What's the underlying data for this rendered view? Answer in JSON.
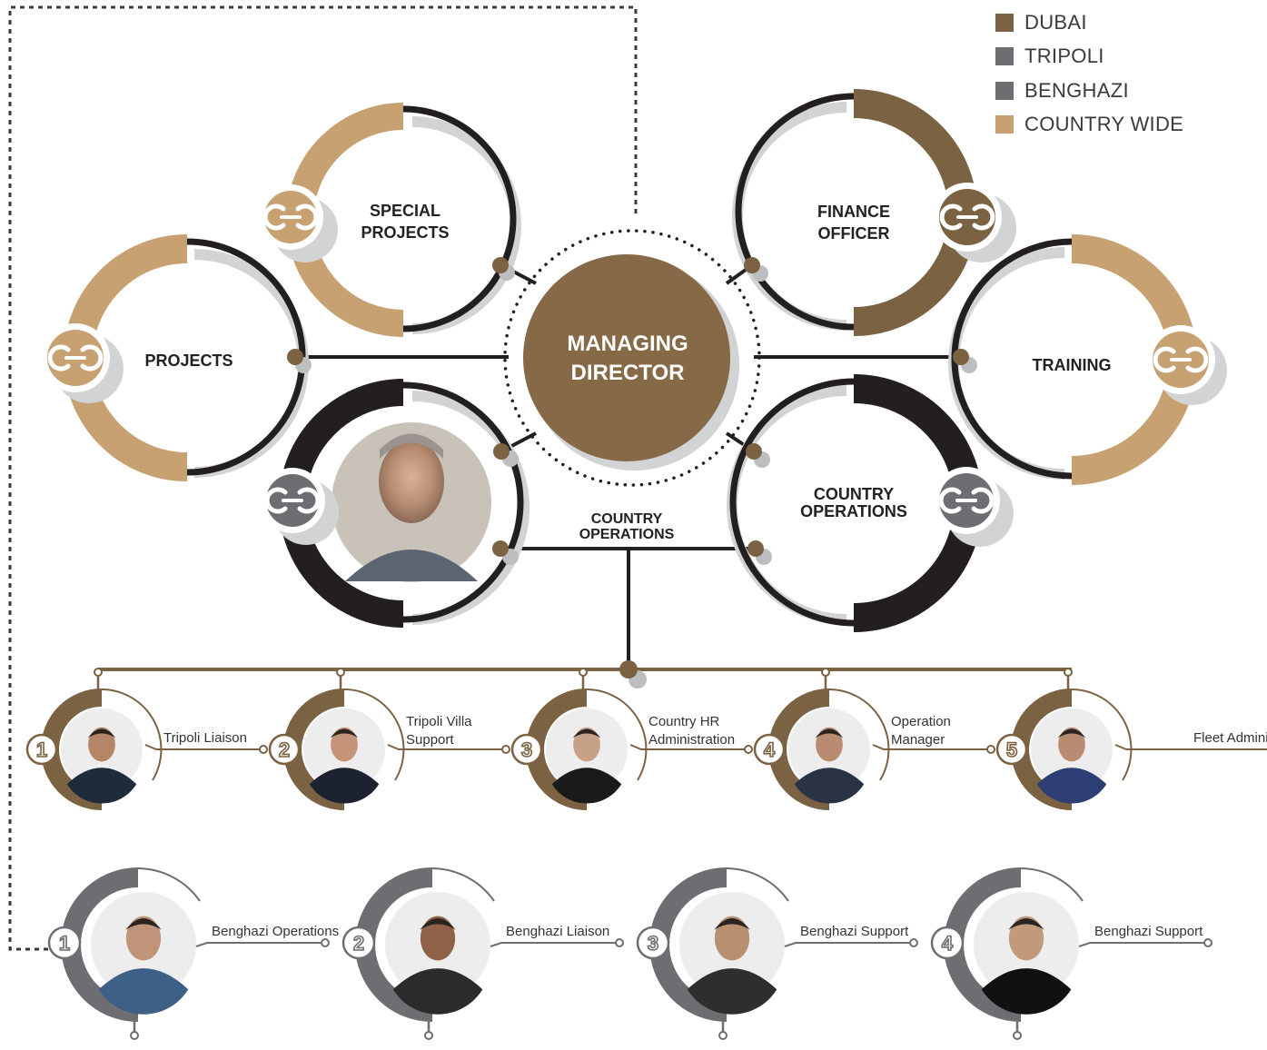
{
  "legend": [
    {
      "label": "DUBAI",
      "color": "#7b6242"
    },
    {
      "label": "TRIPOLI",
      "color": "#6d6e71"
    },
    {
      "label": "BENGHAZI",
      "color": "#6d6e71"
    },
    {
      "label": "COUNTRY WIDE",
      "color": "#c8a173"
    }
  ],
  "center": {
    "line1": "MANAGING",
    "line2": "DIRECTOR"
  },
  "departments": {
    "special_projects": {
      "line1": "SPECIAL",
      "line2": "PROJECTS"
    },
    "projects": {
      "line1": "PROJECTS"
    },
    "country_ops_left": {
      "line1": "COUNTRY",
      "line2": "OPERATIONS"
    },
    "finance": {
      "line1": "FINANCE",
      "line2": "OFFICER"
    },
    "training": {
      "line1": "TRAINING"
    },
    "country_ops_right": {
      "line1": "COUNTRY",
      "line2": "OPERATIONS"
    }
  },
  "tripoli_team": [
    {
      "number": "1",
      "line1": "Tripoli Liaison",
      "line2": ""
    },
    {
      "number": "2",
      "line1": "Tripoli Villa",
      "line2": "Support"
    },
    {
      "number": "3",
      "line1": "Country HR",
      "line2": "Administration"
    },
    {
      "number": "4",
      "line1": "Operation",
      "line2": "Manager"
    },
    {
      "number": "5",
      "line1": "Fleet Administration",
      "line2": ""
    }
  ],
  "benghazi_team": [
    {
      "number": "1",
      "label": "Benghazi Operations"
    },
    {
      "number": "2",
      "label": "Benghazi Liaison"
    },
    {
      "number": "3",
      "label": "Benghazi Support"
    },
    {
      "number": "4",
      "label": "Benghazi Support"
    }
  ],
  "colors": {
    "brown": "#7b6242",
    "tan": "#c8a173",
    "dark": "#231f20",
    "grey": "#6d6e71",
    "md_fill": "#866a47"
  }
}
